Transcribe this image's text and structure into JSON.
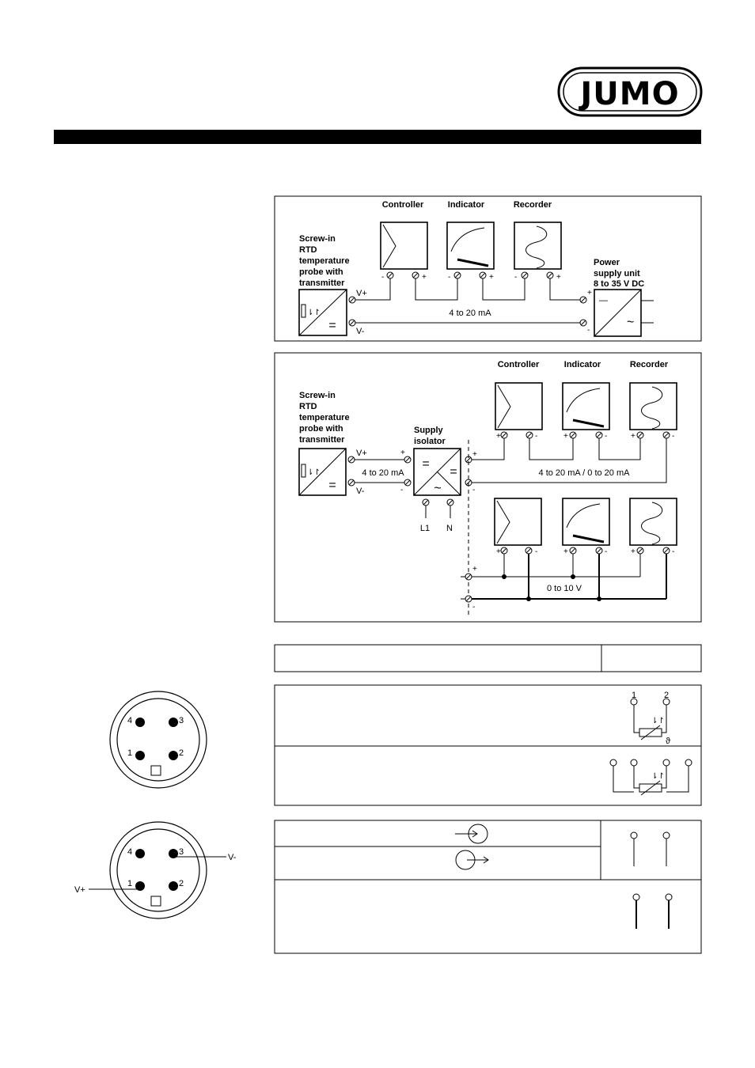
{
  "logo": "JUMO",
  "diagram1": {
    "probe_label": [
      "Screw-in",
      "RTD",
      "temperature",
      "probe with",
      "transmitter"
    ],
    "controller": "Controller",
    "indicator": "Indicator",
    "recorder": "Recorder",
    "power_label": [
      "Power",
      "supply unit",
      "8 to 35 V DC"
    ],
    "v_plus": "V+",
    "v_minus": "V-",
    "signal": "4 to 20 mA"
  },
  "diagram2": {
    "probe_label": [
      "Screw-in",
      "RTD",
      "temperature",
      "probe with",
      "transmitter"
    ],
    "isolator_label": [
      "Supply",
      "isolator"
    ],
    "controller": "Controller",
    "indicator": "Indicator",
    "recorder": "Recorder",
    "v_plus": "V+",
    "v_minus": "V-",
    "signal_in": "4 to 20 mA",
    "signal_out": "4 to 20 mA / 0 to 20 mA",
    "signal_volt": "0 to 10 V",
    "l1": "L1",
    "n": "N"
  },
  "connector1": {
    "pins": [
      "4",
      "3",
      "1",
      "2"
    ]
  },
  "connector2": {
    "pins": [
      "4",
      "3",
      "1",
      "2"
    ],
    "v_plus": "V+",
    "v_minus": "V-"
  },
  "rtd_table": {
    "pin_1": "1",
    "pin_2": "2",
    "theta": "ϑ"
  },
  "symbols": {
    "plus": "+",
    "minus": "-",
    "equals": "=",
    "tilde": "~",
    "dash": "—"
  }
}
